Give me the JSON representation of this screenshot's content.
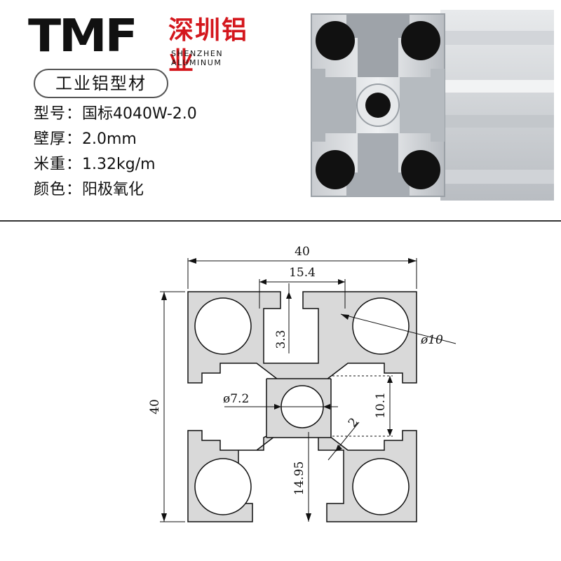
{
  "brand": {
    "logo_text": "TMF",
    "name_cn": "深圳铝业",
    "name_en": "SHENZHEN ALUMINUM"
  },
  "product": {
    "category": "工业铝型材",
    "specs": [
      {
        "label": "型号：",
        "value": "国标4040W-2.0"
      },
      {
        "label": "壁厚：",
        "value": "2.0mm"
      },
      {
        "label": "米重：",
        "value": "1.32kg/m"
      },
      {
        "label": "颜色：",
        "value": "阳极氧化"
      }
    ]
  },
  "drawing": {
    "width": "40",
    "height": "40",
    "slot_width": "15.4",
    "slot_depth": "3.3",
    "hole_diameter": "ø10",
    "center_hole": "ø7.2",
    "inner_span": "10.1",
    "wall": "2",
    "slot_center": "14.95"
  },
  "colors": {
    "brand_red": "#d4171d",
    "profile_fill": "#d9d9d9",
    "line": "#111111"
  }
}
